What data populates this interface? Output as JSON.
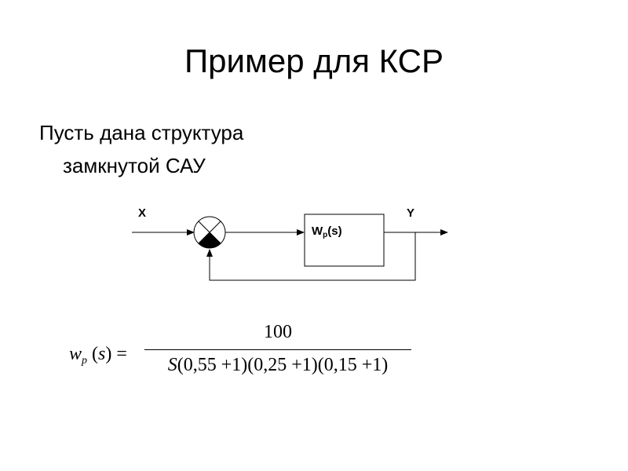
{
  "slide": {
    "title": "Пример для КСР",
    "text_line1": "Пусть дана структура",
    "text_line2": "замкнутой САУ"
  },
  "diagram": {
    "input_label": "X",
    "output_label": "Y",
    "block_label_main": "W",
    "block_label_sub": "p",
    "block_label_arg": "(s)"
  },
  "formula": {
    "lhs_w": "w",
    "lhs_sub": "p",
    "lhs_rest_open": " (",
    "lhs_s": "s",
    "lhs_rest_close": ") =",
    "numerator": "100",
    "den_S": "S",
    "den_rest": "(0,55 +1)(0,25 +1)(0,15 +1)"
  }
}
